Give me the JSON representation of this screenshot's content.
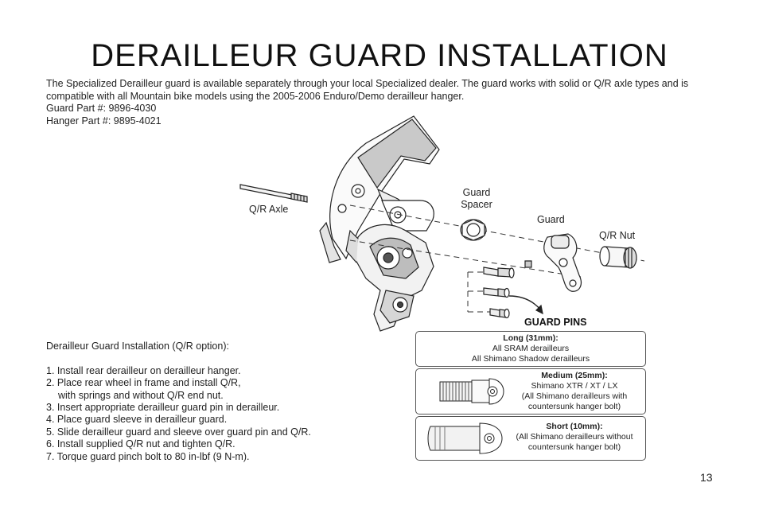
{
  "title": "DERAILLEUR GUARD INSTALLATION",
  "intro": {
    "paragraph": "The Specialized Derailleur guard is available separately through your local Specialized dealer. The guard works with solid or Q/R axle types and is compatible with all Mountain bike models using the 2005-2006 Enduro/Demo derailleur hanger.",
    "guard_part": "Guard Part #: 9896-4030",
    "hanger_part": "Hanger Part #: 9895-4021"
  },
  "diagram_labels": {
    "qr_axle": "Q/R Axle",
    "guard_spacer_1": "Guard",
    "guard_spacer_2": "Spacer",
    "guard": "Guard",
    "qr_nut": "Q/R Nut",
    "guard_pins": "GUARD PINS"
  },
  "steps": {
    "heading": "Derailleur Guard Installation (Q/R option):",
    "s1": "1. Install rear derailleur on derailleur hanger.",
    "s2a": "2. Place rear wheel in frame and install Q/R,",
    "s2b": "with springs and without Q/R end nut.",
    "s3": "3. Insert appropriate derailleur guard pin in derailleur.",
    "s4": "4. Place guard sleeve in derailleur guard.",
    "s5": "5. Slide derailleur guard and sleeve over guard pin and Q/R.",
    "s6": "6. Install supplied Q/R nut and tighten Q/R.",
    "s7": "7. Torque guard pinch bolt to 80 in-lbf (9 N-m)."
  },
  "pins": {
    "long": {
      "heading": "Long (31mm):",
      "l1": "All SRAM derailleurs",
      "l2": "All Shimano Shadow derailleurs"
    },
    "medium": {
      "heading": "Medium (25mm):",
      "l1": "Shimano XTR / XT / LX",
      "l2": "(All Shimano derailleurs with",
      "l3": "countersunk hanger bolt)"
    },
    "short": {
      "heading": "Short (10mm):",
      "l1": "(All Shimano derailleurs without",
      "l2": "countersunk hanger bolt)"
    }
  },
  "page_number": "13"
}
